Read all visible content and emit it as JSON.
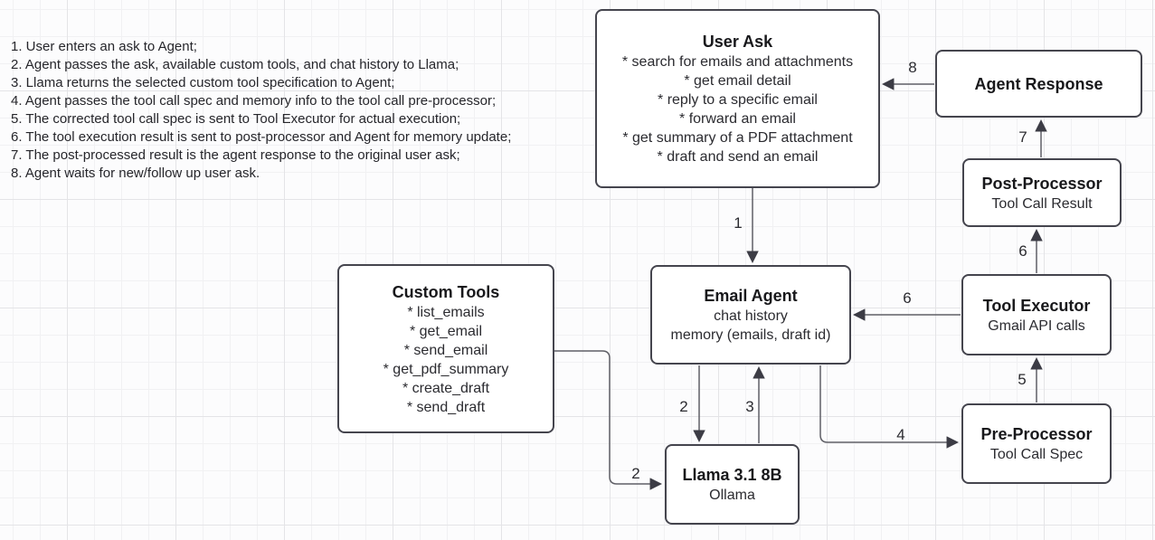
{
  "notes": {
    "steps": [
      "1. User enters an ask to Agent;",
      "2. Agent passes the ask, available custom tools, and chat history to Llama;",
      "3. Llama returns the selected custom tool specification to Agent;",
      "4. Agent passes the tool call spec and memory info to the tool call pre-processor;",
      "5. The corrected tool call spec is sent to Tool Executor for actual execution;",
      "6. The tool execution result is sent to post-processor and Agent for memory update;",
      "7. The post-processed result is the agent response to the original user ask;",
      "8. Agent waits for new/follow up user ask."
    ]
  },
  "nodes": {
    "user_ask": {
      "title": "User Ask",
      "items": [
        "* search for emails and attachments",
        "* get email detail",
        "* reply to a specific email",
        "* forward an email",
        "* get summary of a PDF attachment",
        "* draft and send an email"
      ]
    },
    "agent_response": {
      "title": "Agent Response"
    },
    "post_processor": {
      "title": "Post-Processor",
      "subtitle": "Tool Call Result"
    },
    "tool_executor": {
      "title": "Tool Executor",
      "subtitle": "Gmail API calls"
    },
    "pre_processor": {
      "title": "Pre-Processor",
      "subtitle": "Tool Call Spec"
    },
    "email_agent": {
      "title": "Email Agent",
      "lines": [
        "chat history",
        "memory (emails, draft id)"
      ]
    },
    "custom_tools": {
      "title": "Custom Tools",
      "items": [
        "* list_emails",
        "* get_email",
        "* send_email",
        "* get_pdf_summary",
        "* create_draft",
        "* send_draft"
      ]
    },
    "llama": {
      "title": "Llama 3.1 8B",
      "subtitle": "Ollama"
    }
  },
  "edge_labels": {
    "e1": "1",
    "e2_agent_llama": "2",
    "e2_tools_llama": "2",
    "e3": "3",
    "e4": "4",
    "e5": "5",
    "e6_exec_post": "6",
    "e6_exec_agent": "6",
    "e7": "7",
    "e8": "8"
  },
  "colors": {
    "background": "#fcfcfd",
    "grid_minor": "#f1f1f3",
    "grid_major": "#e4e4e7",
    "box_border": "#45454e",
    "box_fill": "#ffffff",
    "arrow_stroke": "#5f5f66",
    "arrowhead_fill": "#3c3c45",
    "text": "#2b2b30"
  }
}
